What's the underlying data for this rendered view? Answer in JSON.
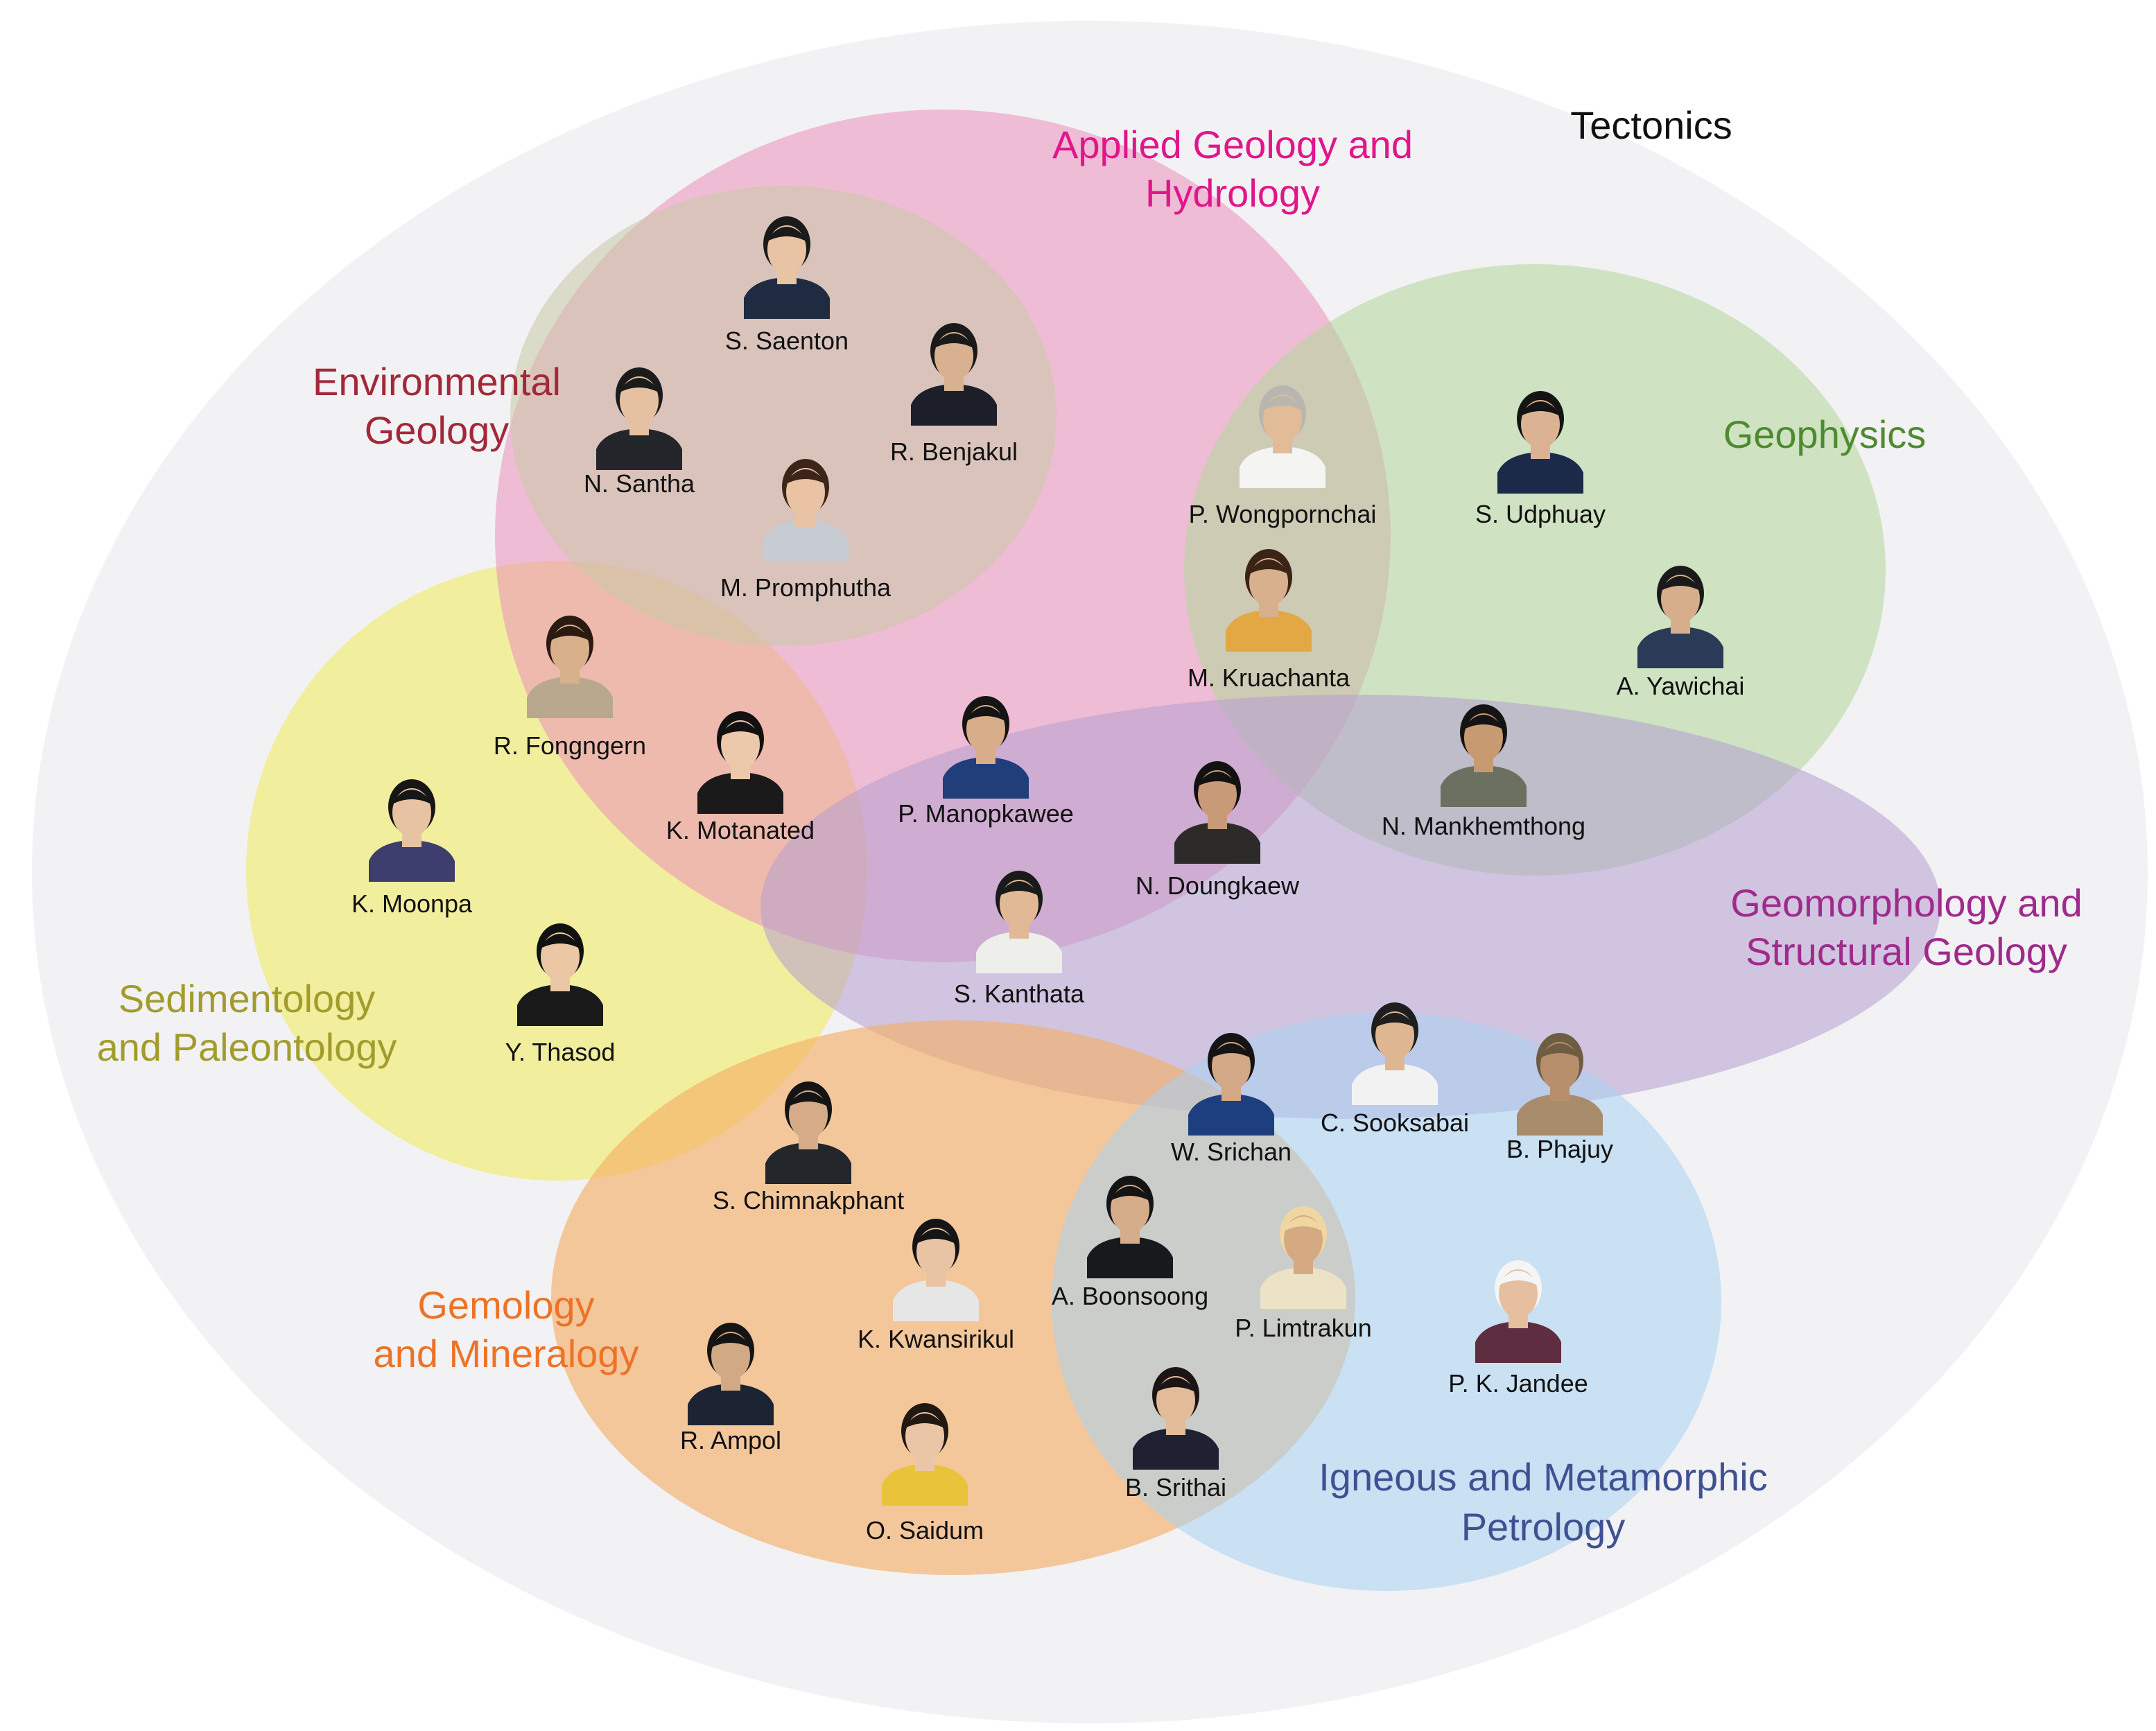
{
  "groups": {
    "tectonics": {
      "label": "Tectonics",
      "fill": "#f2f2f4",
      "text_color": "#111111"
    },
    "applied": {
      "line1": "Applied Geology and",
      "line2": "Hydrology",
      "fill": "#ec8fbb",
      "text_color": "#e0168a"
    },
    "environmental": {
      "line1": "Environmental",
      "line2": "Geology",
      "fill": "#c9c9a6",
      "text_color": "#a2283a"
    },
    "geophysics": {
      "label": "Geophysics",
      "fill": "#b3d79a",
      "text_color": "#4f8a2e"
    },
    "sedimentology": {
      "line1": "Sedimentology",
      "line2": "and Paleontology",
      "fill": "#f0eb7c",
      "text_color": "#a19c2c"
    },
    "geomorphology": {
      "line1": "Geomorphology and",
      "line2": "Structural Geology",
      "fill": "#b49ed0",
      "text_color": "#a02a8c"
    },
    "gemology": {
      "line1": "Gemology",
      "line2": "and Mineralogy",
      "fill": "#f5ad63",
      "text_color": "#ec7327"
    },
    "igneous": {
      "line1": "Igneous and Metamorphic",
      "line2": "Petrology",
      "fill": "#a9d2f2",
      "text_color": "#3f5191"
    }
  },
  "people": [
    {
      "id": "s-saenton",
      "name": "S. Saenton"
    },
    {
      "id": "r-benjakul",
      "name": "R. Benjakul"
    },
    {
      "id": "n-santha",
      "name": "N. Santha"
    },
    {
      "id": "m-promphutha",
      "name": "M. Promphutha"
    },
    {
      "id": "p-wongpornchai",
      "name": "P. Wongpornchai"
    },
    {
      "id": "s-udphuay",
      "name": "S. Udphuay"
    },
    {
      "id": "m-kruachanta",
      "name": "M. Kruachanta"
    },
    {
      "id": "a-yawichai",
      "name": "A. Yawichai"
    },
    {
      "id": "r-fongngern",
      "name": "R. Fongngern"
    },
    {
      "id": "k-motanated",
      "name": "K. Motanated"
    },
    {
      "id": "p-manopkawee",
      "name": "P. Manopkawee"
    },
    {
      "id": "n-doungkaew",
      "name": "N. Doungkaew"
    },
    {
      "id": "n-mankhemthong",
      "name": "N. Mankhemthong"
    },
    {
      "id": "k-moonpa",
      "name": "K. Moonpa"
    },
    {
      "id": "s-kanthata",
      "name": "S. Kanthata"
    },
    {
      "id": "y-thasod",
      "name": "Y. Thasod"
    },
    {
      "id": "w-srichan",
      "name": "W. Srichan"
    },
    {
      "id": "c-sooksabai",
      "name": "C. Sooksabai"
    },
    {
      "id": "b-phajuy",
      "name": "B. Phajuy"
    },
    {
      "id": "s-chimnakphant",
      "name": "S. Chimnakphant"
    },
    {
      "id": "a-boonsoong",
      "name": "A. Boonsoong"
    },
    {
      "id": "p-limtrakun",
      "name": "P. Limtrakun"
    },
    {
      "id": "k-kwansirikul",
      "name": "K. Kwansirikul"
    },
    {
      "id": "p-k-jandee",
      "name": "P. K. Jandee"
    },
    {
      "id": "r-ampol",
      "name": "R. Ampol"
    },
    {
      "id": "b-srithai",
      "name": "B. Srithai"
    },
    {
      "id": "o-saidum",
      "name": "O. Saidum"
    }
  ]
}
